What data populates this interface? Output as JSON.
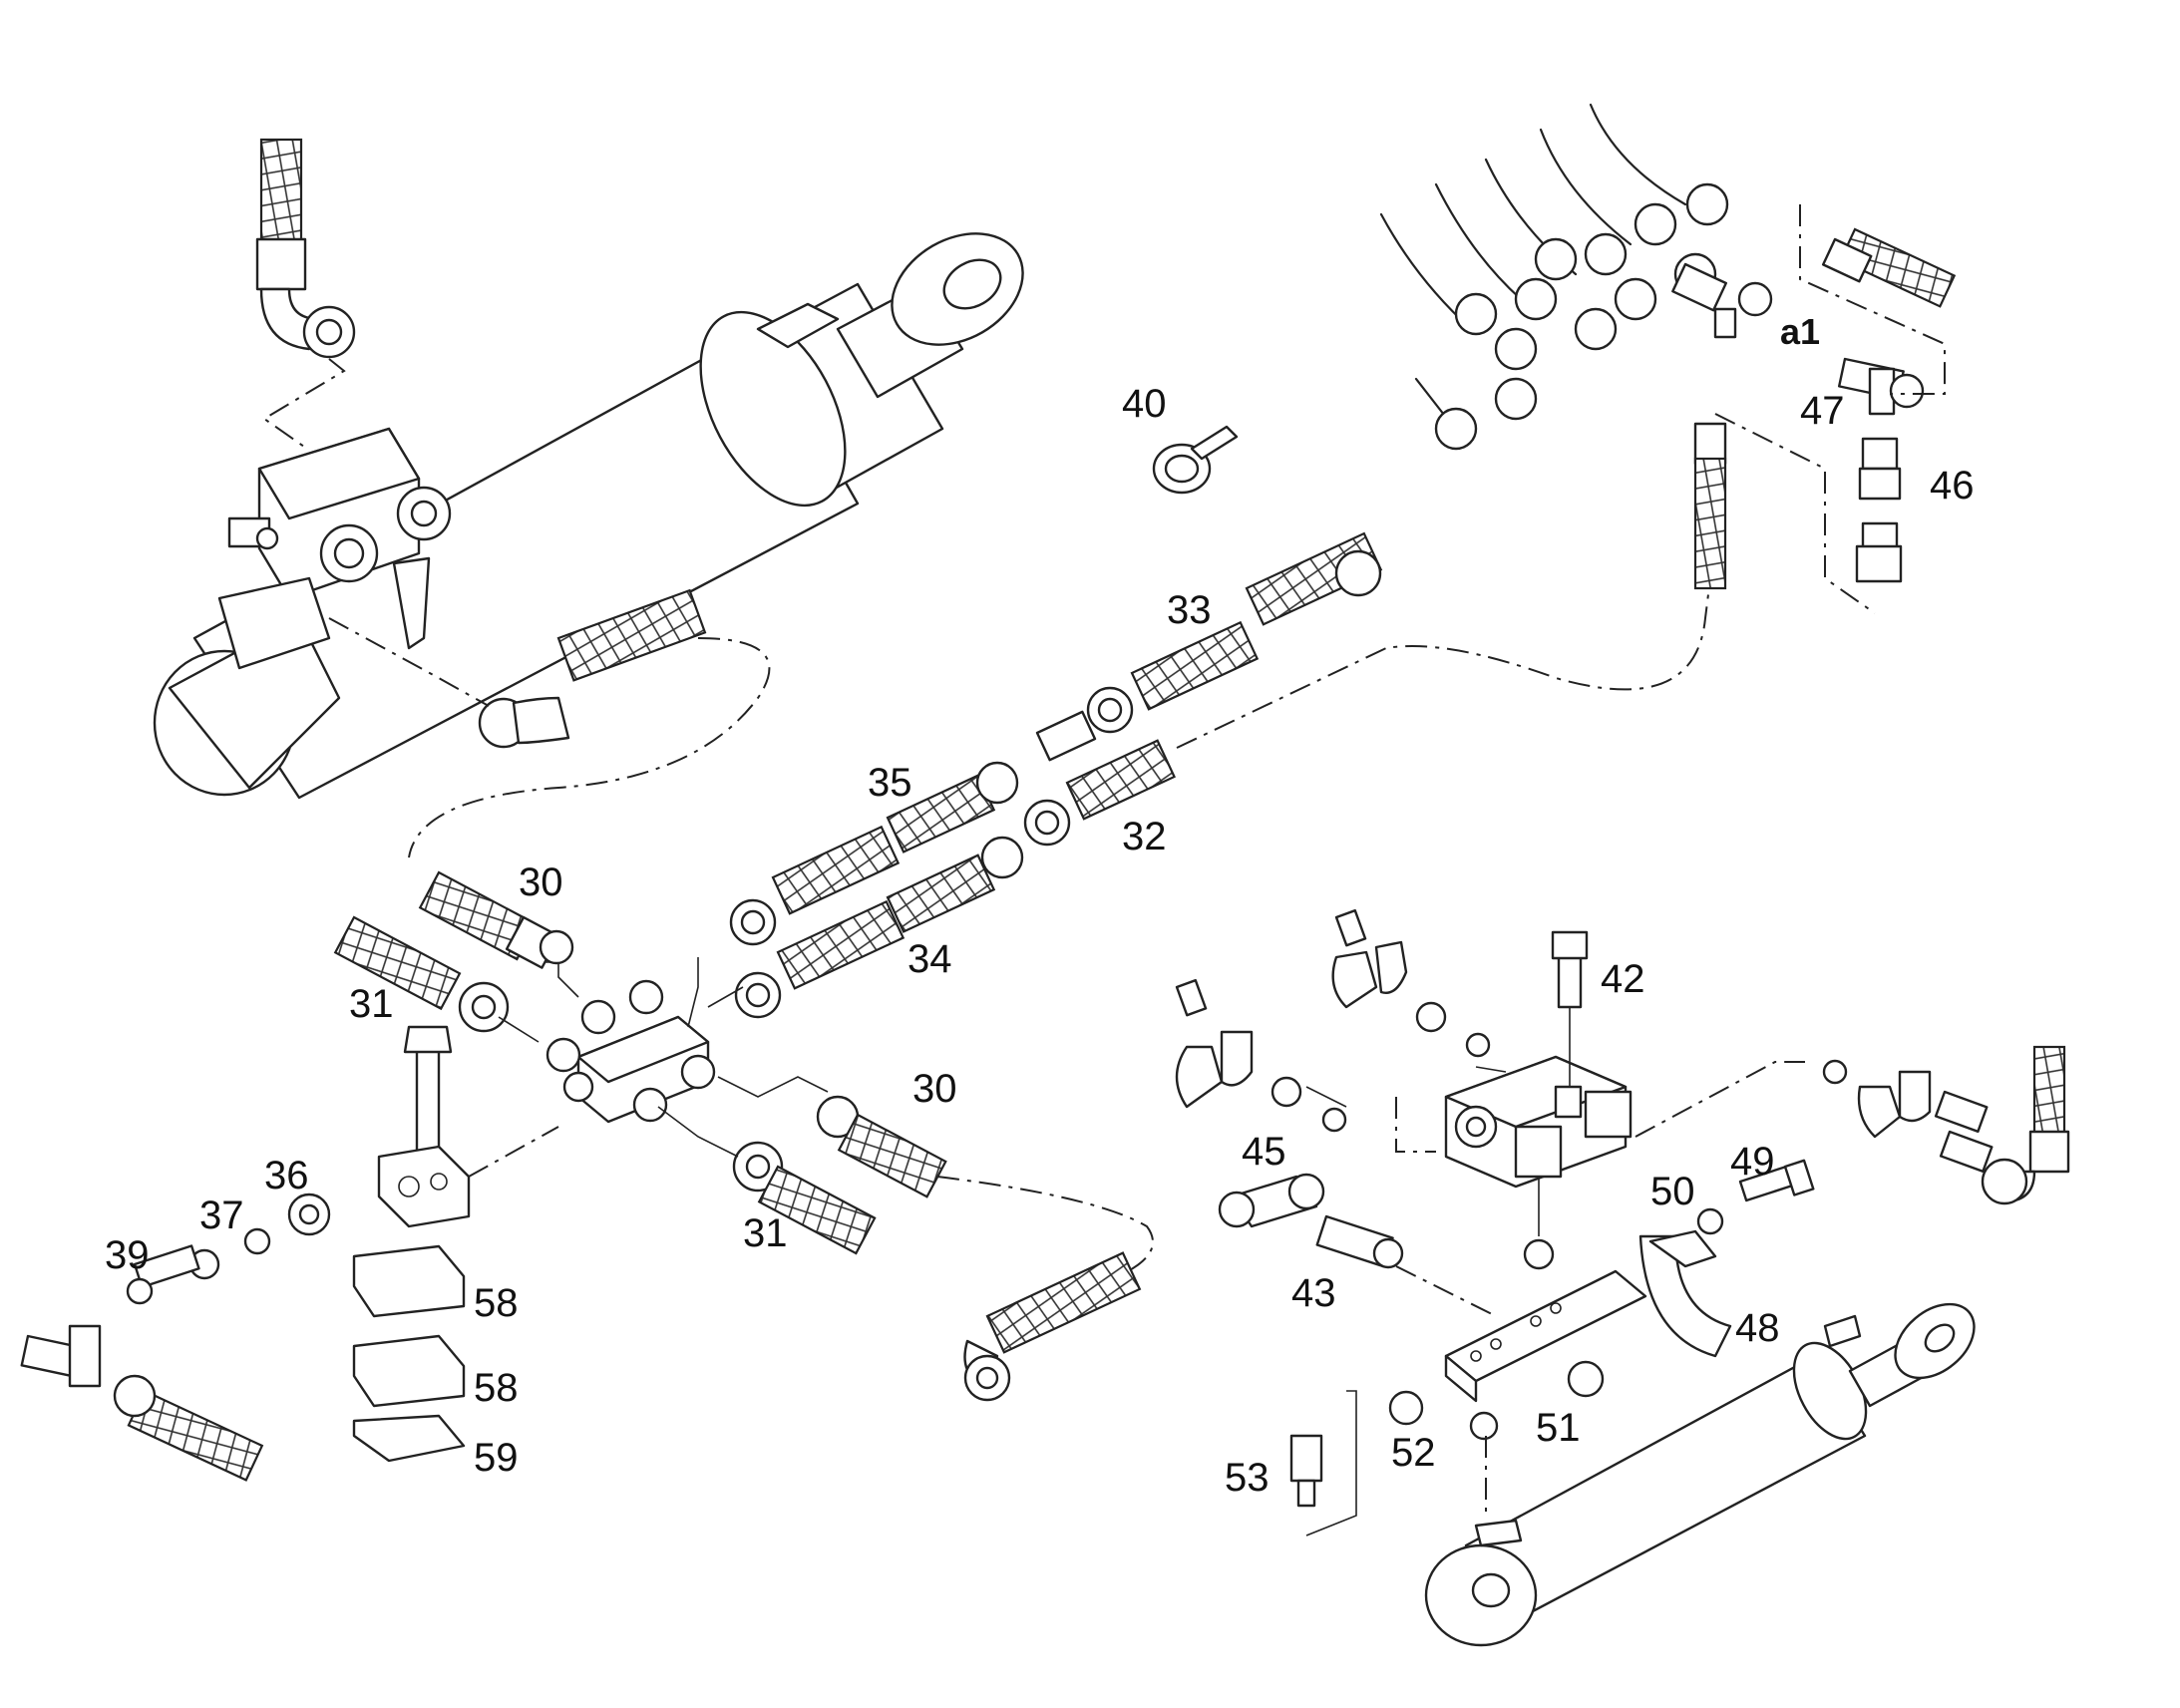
{
  "diagram": {
    "callouts": [
      "30",
      "30",
      "31",
      "31",
      "32",
      "33",
      "34",
      "35",
      "36",
      "37",
      "39",
      "40",
      "42",
      "43",
      "45",
      "46",
      "47",
      "48",
      "49",
      "50",
      "51",
      "52",
      "53",
      "58",
      "58",
      "59"
    ],
    "marker": "a1"
  }
}
